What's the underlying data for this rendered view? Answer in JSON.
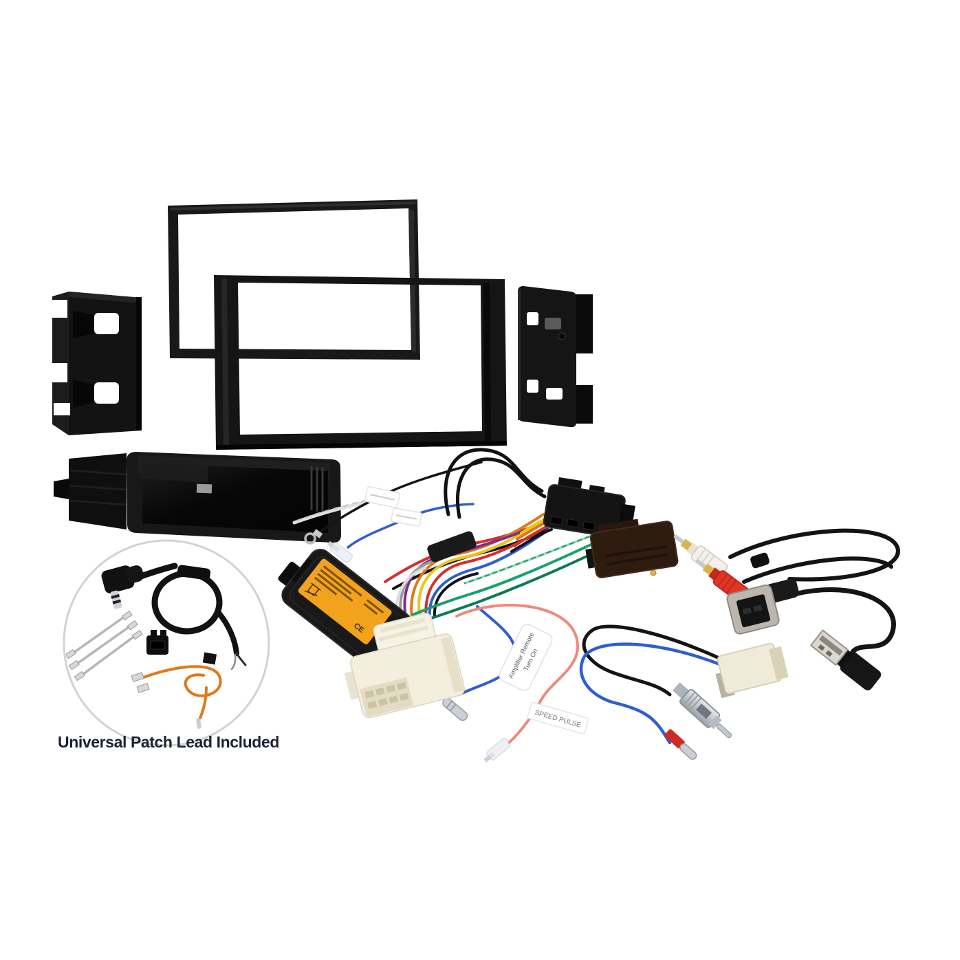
{
  "meta": {
    "type": "product-photo",
    "subject": "Car head unit installation kit: double-DIN fascia frames, side mounting brackets, single-DIN pocket, SWC interface wiring harness, universal patch leads, RCA / USB / antenna adapter leads",
    "background": "#ffffff"
  },
  "caption": {
    "text": "Universal Patch Lead Included",
    "color": "#1c2133"
  },
  "harness_labels": {
    "amp_remote_line1": "Amplifier Remote",
    "amp_remote_line2": "Turn On",
    "speed_pulse": "SPEED PULSE"
  },
  "interface_box": {
    "ce_mark": "CE",
    "label_color": "#f2a21d",
    "body_color": "#191919"
  },
  "components": [
    {
      "name": "mounting-bracket-left",
      "color": "#131313"
    },
    {
      "name": "double-din-frame-rear",
      "color": "#191919"
    },
    {
      "name": "double-din-frame-front",
      "color": "#151515"
    },
    {
      "name": "mounting-bracket-right",
      "color": "#151515"
    },
    {
      "name": "single-din-pocket",
      "color": "#181818"
    },
    {
      "name": "universal-patch-lead-set",
      "color": "#111111"
    },
    {
      "name": "swc-interface-box",
      "color": "#191919"
    },
    {
      "name": "vehicle-harness-connector",
      "color": "#f3eedd"
    },
    {
      "name": "iso-connector-black",
      "color": "#141414"
    },
    {
      "name": "iso-connector-brown",
      "color": "#2f1c11"
    },
    {
      "name": "rca-y-lead",
      "color": "#141414"
    },
    {
      "name": "usb-retention-lead",
      "color": "#bbb7af"
    },
    {
      "name": "antenna-adapter-lead",
      "color": "#ccd1d8"
    }
  ],
  "wire_colors": {
    "red": "#d43030",
    "orange": "#e07818",
    "yellow": "#e6c619",
    "purple": "#7b2f8e",
    "blue": "#2e5ed0",
    "green": "#18a06b",
    "dark_green": "#0f7a52",
    "grey": "#9a9a9a",
    "pink": "#f0887a",
    "black": "#141414",
    "rca_red": "#e23524",
    "rca_white": "#f3f1ea",
    "label_orange": "#f2a21d",
    "silver": "#ccd1d8",
    "cream": "#f3eedd",
    "usb_grey": "#bbb7af"
  }
}
